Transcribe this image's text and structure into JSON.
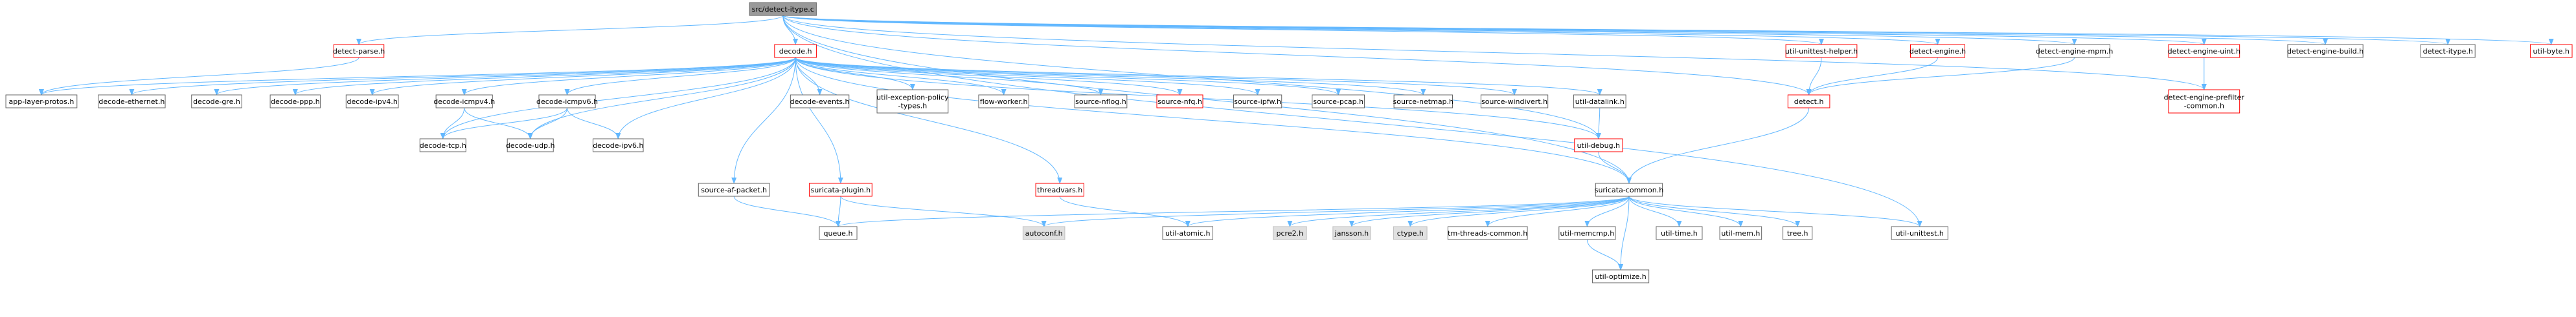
{
  "graph": {
    "colors": {
      "edge": "#63b8ff",
      "node_border": "#666666",
      "node_fill": "#ffffff",
      "red_border": "#ff0000",
      "root_fill": "#999999",
      "gray_fill": "#e0e0e0",
      "text": "#000000"
    },
    "nodes": [
      {
        "id": "root",
        "label": "src/detect-itype.c",
        "style": "root"
      },
      {
        "id": "detect_parse",
        "label": "detect-parse.h",
        "style": "red"
      },
      {
        "id": "decode",
        "label": "decode.h",
        "style": "red"
      },
      {
        "id": "unittest_helper",
        "label": "util-unittest-helper.h",
        "style": "red"
      },
      {
        "id": "detect_engine",
        "label": "detect-engine.h",
        "style": "red"
      },
      {
        "id": "detect_engine_mpm",
        "label": "detect-engine-mpm.h",
        "style": "normal"
      },
      {
        "id": "detect_engine_uint",
        "label": "detect-engine-uint.h",
        "style": "red"
      },
      {
        "id": "detect_engine_build",
        "label": "detect-engine-build.h",
        "style": "normal"
      },
      {
        "id": "detect_itype_h",
        "label": "detect-itype.h",
        "style": "normal"
      },
      {
        "id": "util_byte",
        "label": "util-byte.h",
        "style": "red"
      },
      {
        "id": "app_layer_protos",
        "label": "app-layer-protos.h",
        "style": "normal"
      },
      {
        "id": "decode_ethernet",
        "label": "decode-ethernet.h",
        "style": "normal"
      },
      {
        "id": "decode_gre",
        "label": "decode-gre.h",
        "style": "normal"
      },
      {
        "id": "decode_ppp",
        "label": "decode-ppp.h",
        "style": "normal"
      },
      {
        "id": "decode_ipv4",
        "label": "decode-ipv4.h",
        "style": "normal"
      },
      {
        "id": "decode_icmpv4",
        "label": "decode-icmpv4.h",
        "style": "normal"
      },
      {
        "id": "decode_icmpv6",
        "label": "decode-icmpv6.h",
        "style": "normal"
      },
      {
        "id": "decode_events",
        "label": "decode-events.h",
        "style": "normal"
      },
      {
        "id": "util_exception_policy",
        "label": "util-exception-policy\n-types.h",
        "style": "normal"
      },
      {
        "id": "flow_worker",
        "label": "flow-worker.h",
        "style": "normal"
      },
      {
        "id": "source_nflog",
        "label": "source-nflog.h",
        "style": "normal"
      },
      {
        "id": "source_nfq",
        "label": "source-nfq.h",
        "style": "red"
      },
      {
        "id": "source_ipfw",
        "label": "source-ipfw.h",
        "style": "normal"
      },
      {
        "id": "source_pcap",
        "label": "source-pcap.h",
        "style": "normal"
      },
      {
        "id": "source_netmap",
        "label": "source-netmap.h",
        "style": "normal"
      },
      {
        "id": "source_windivert",
        "label": "source-windivert.h",
        "style": "normal"
      },
      {
        "id": "util_datalink",
        "label": "util-datalink.h",
        "style": "normal"
      },
      {
        "id": "detect_h",
        "label": "detect.h",
        "style": "red"
      },
      {
        "id": "detect_engine_prefilter",
        "label": "detect-engine-prefilter\n-common.h",
        "style": "red"
      },
      {
        "id": "decode_tcp",
        "label": "decode-tcp.h",
        "style": "normal"
      },
      {
        "id": "decode_udp",
        "label": "decode-udp.h",
        "style": "normal"
      },
      {
        "id": "decode_ipv6",
        "label": "decode-ipv6.h",
        "style": "normal"
      },
      {
        "id": "util_debug",
        "label": "util-debug.h",
        "style": "red"
      },
      {
        "id": "source_af_packet",
        "label": "source-af-packet.h",
        "style": "normal"
      },
      {
        "id": "suricata_plugin",
        "label": "suricata-plugin.h",
        "style": "red"
      },
      {
        "id": "threadvars",
        "label": "threadvars.h",
        "style": "red"
      },
      {
        "id": "suricata_common",
        "label": "suricata-common.h",
        "style": "normal"
      },
      {
        "id": "queue",
        "label": "queue.h",
        "style": "normal"
      },
      {
        "id": "autoconf",
        "label": "autoconf.h",
        "style": "gray"
      },
      {
        "id": "util_atomic",
        "label": "util-atomic.h",
        "style": "normal"
      },
      {
        "id": "pcre2",
        "label": "pcre2.h",
        "style": "gray"
      },
      {
        "id": "jansson",
        "label": "jansson.h",
        "style": "gray"
      },
      {
        "id": "ctype",
        "label": "ctype.h",
        "style": "gray"
      },
      {
        "id": "tm_threads_common",
        "label": "tm-threads-common.h",
        "style": "normal"
      },
      {
        "id": "util_memcmp",
        "label": "util-memcmp.h",
        "style": "normal"
      },
      {
        "id": "util_time",
        "label": "util-time.h",
        "style": "normal"
      },
      {
        "id": "util_mem",
        "label": "util-mem.h",
        "style": "normal"
      },
      {
        "id": "tree",
        "label": "tree.h",
        "style": "normal"
      },
      {
        "id": "util_unittest",
        "label": "util-unittest.h",
        "style": "normal"
      },
      {
        "id": "util_optimize",
        "label": "util-optimize.h",
        "style": "normal"
      }
    ],
    "edges": [
      [
        "root",
        "detect_parse"
      ],
      [
        "root",
        "decode"
      ],
      [
        "root",
        "unittest_helper"
      ],
      [
        "root",
        "detect_engine"
      ],
      [
        "root",
        "detect_engine_mpm"
      ],
      [
        "root",
        "detect_engine_uint"
      ],
      [
        "root",
        "detect_engine_build"
      ],
      [
        "root",
        "detect_itype_h"
      ],
      [
        "root",
        "util_byte"
      ],
      [
        "root",
        "detect_h"
      ],
      [
        "root",
        "detect_engine_prefilter"
      ],
      [
        "root",
        "suricata_common"
      ],
      [
        "root",
        "util_debug"
      ],
      [
        "root",
        "util_unittest"
      ],
      [
        "detect_parse",
        "app_layer_protos"
      ],
      [
        "decode",
        "app_layer_protos"
      ],
      [
        "decode",
        "decode_ethernet"
      ],
      [
        "decode",
        "decode_gre"
      ],
      [
        "decode",
        "decode_ppp"
      ],
      [
        "decode",
        "decode_ipv4"
      ],
      [
        "decode",
        "decode_icmpv4"
      ],
      [
        "decode",
        "decode_icmpv6"
      ],
      [
        "decode",
        "decode_events"
      ],
      [
        "decode",
        "util_exception_policy"
      ],
      [
        "decode",
        "flow_worker"
      ],
      [
        "decode",
        "source_nflog"
      ],
      [
        "decode",
        "source_nfq"
      ],
      [
        "decode",
        "source_ipfw"
      ],
      [
        "decode",
        "source_pcap"
      ],
      [
        "decode",
        "source_netmap"
      ],
      [
        "decode",
        "source_windivert"
      ],
      [
        "decode",
        "util_datalink"
      ],
      [
        "decode",
        "decode_tcp"
      ],
      [
        "decode",
        "decode_udp"
      ],
      [
        "decode",
        "decode_ipv6"
      ],
      [
        "decode",
        "util_debug"
      ],
      [
        "decode",
        "source_af_packet"
      ],
      [
        "decode",
        "suricata_plugin"
      ],
      [
        "decode",
        "threadvars"
      ],
      [
        "decode",
        "suricata_common"
      ],
      [
        "decode_icmpv4",
        "decode_tcp"
      ],
      [
        "decode_icmpv4",
        "decode_udp"
      ],
      [
        "decode_icmpv6",
        "decode_tcp"
      ],
      [
        "decode_icmpv6",
        "decode_udp"
      ],
      [
        "decode_icmpv6",
        "decode_ipv6"
      ],
      [
        "unittest_helper",
        "detect_h"
      ],
      [
        "detect_engine",
        "detect_h"
      ],
      [
        "detect_engine_mpm",
        "detect_h"
      ],
      [
        "detect_engine_uint",
        "detect_engine_prefilter"
      ],
      [
        "util_datalink",
        "util_debug"
      ],
      [
        "detect_h",
        "suricata_common"
      ],
      [
        "util_debug",
        "suricata_common"
      ],
      [
        "source_af_packet",
        "queue"
      ],
      [
        "suricata_plugin",
        "queue"
      ],
      [
        "suricata_plugin",
        "autoconf"
      ],
      [
        "threadvars",
        "util_atomic"
      ],
      [
        "suricata_common",
        "queue"
      ],
      [
        "suricata_common",
        "autoconf"
      ],
      [
        "suricata_common",
        "util_atomic"
      ],
      [
        "suricata_common",
        "pcre2"
      ],
      [
        "suricata_common",
        "jansson"
      ],
      [
        "suricata_common",
        "ctype"
      ],
      [
        "suricata_common",
        "tm_threads_common"
      ],
      [
        "suricata_common",
        "util_memcmp"
      ],
      [
        "suricata_common",
        "util_time"
      ],
      [
        "suricata_common",
        "util_mem"
      ],
      [
        "suricata_common",
        "tree"
      ],
      [
        "suricata_common",
        "util_unittest"
      ],
      [
        "suricata_common",
        "util_optimize"
      ],
      [
        "util_memcmp",
        "util_optimize"
      ]
    ]
  }
}
